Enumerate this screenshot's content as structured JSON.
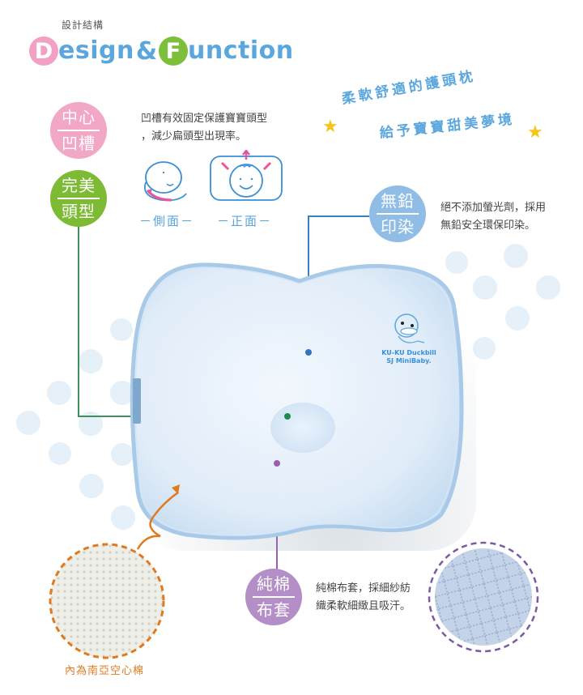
{
  "header": {
    "subtitle": "設計結構",
    "title_cap1": "D",
    "title_word1": "esign",
    "title_amp": "&",
    "title_cap2": "F",
    "title_word2": "unction",
    "colors": {
      "cap1": "#f2a0c4",
      "cap2": "#7bbf3a",
      "text": "#5aa6de"
    }
  },
  "slogan": {
    "line1": "柔軟舒適的護頭枕",
    "line2": "給予寶寶甜美夢境",
    "star_icon": "★"
  },
  "features": [
    {
      "id": "center-groove",
      "badge_top": "中心",
      "badge_bottom": "凹槽",
      "color": "#f2a7c6",
      "description": [
        "凹槽有效固定保護寶寶頭型",
        "，減少扁頭型出現率。"
      ]
    },
    {
      "id": "perfect-head-shape",
      "badge_top": "完美",
      "badge_bottom": "頭型",
      "color": "#7cbb33",
      "line_color": "#3f8f5f"
    },
    {
      "id": "lead-free-dye",
      "badge_top": "無鉛",
      "badge_bottom": "印染",
      "color": "#8fbde6",
      "line_color": "#3a7fc4",
      "description": [
        "絕不添加螢光劑，採用",
        "無鉛安全環保印染。"
      ]
    },
    {
      "id": "cotton-cover",
      "badge_top": "純棉",
      "badge_bottom": "布套",
      "color": "#b48ec6",
      "line_color": "#9b5fb0",
      "description": [
        "純棉布套，採細紗紡",
        "織柔軟細緻且吸汗。"
      ]
    }
  ],
  "illustrations": {
    "side_label": "－側面－",
    "front_label": "－正面－"
  },
  "product": {
    "embroidery_line1": "KU-KU Duckbill",
    "embroidery_line2": "SJ MiniBaby."
  },
  "filling": {
    "caption": "內為南亞空心棉",
    "color": "#e07a1f"
  }
}
